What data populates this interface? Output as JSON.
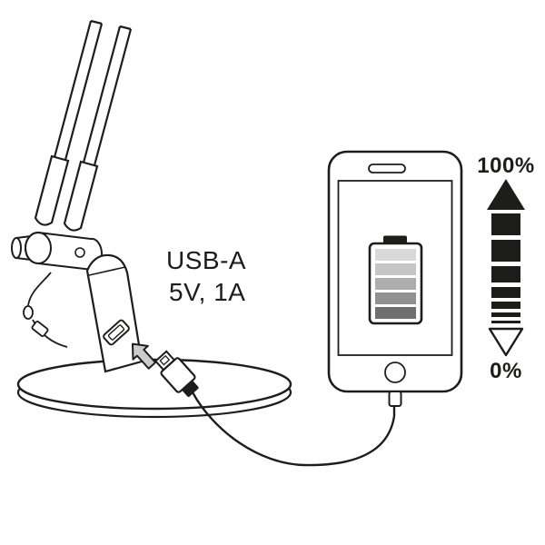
{
  "diagram": {
    "labels": {
      "port_type": "USB-A",
      "port_spec": "5V, 1A",
      "scale_max": "100%",
      "scale_min": "0%"
    },
    "battery": {
      "segment_count": 5,
      "segment_colors": [
        "#d9d9d9",
        "#c6c6c6",
        "#adadad",
        "#919191",
        "#6f6f6f"
      ]
    },
    "colors": {
      "line": "#1d1d1b",
      "background": "#ffffff",
      "arrow_fill": "#cccccc"
    }
  }
}
